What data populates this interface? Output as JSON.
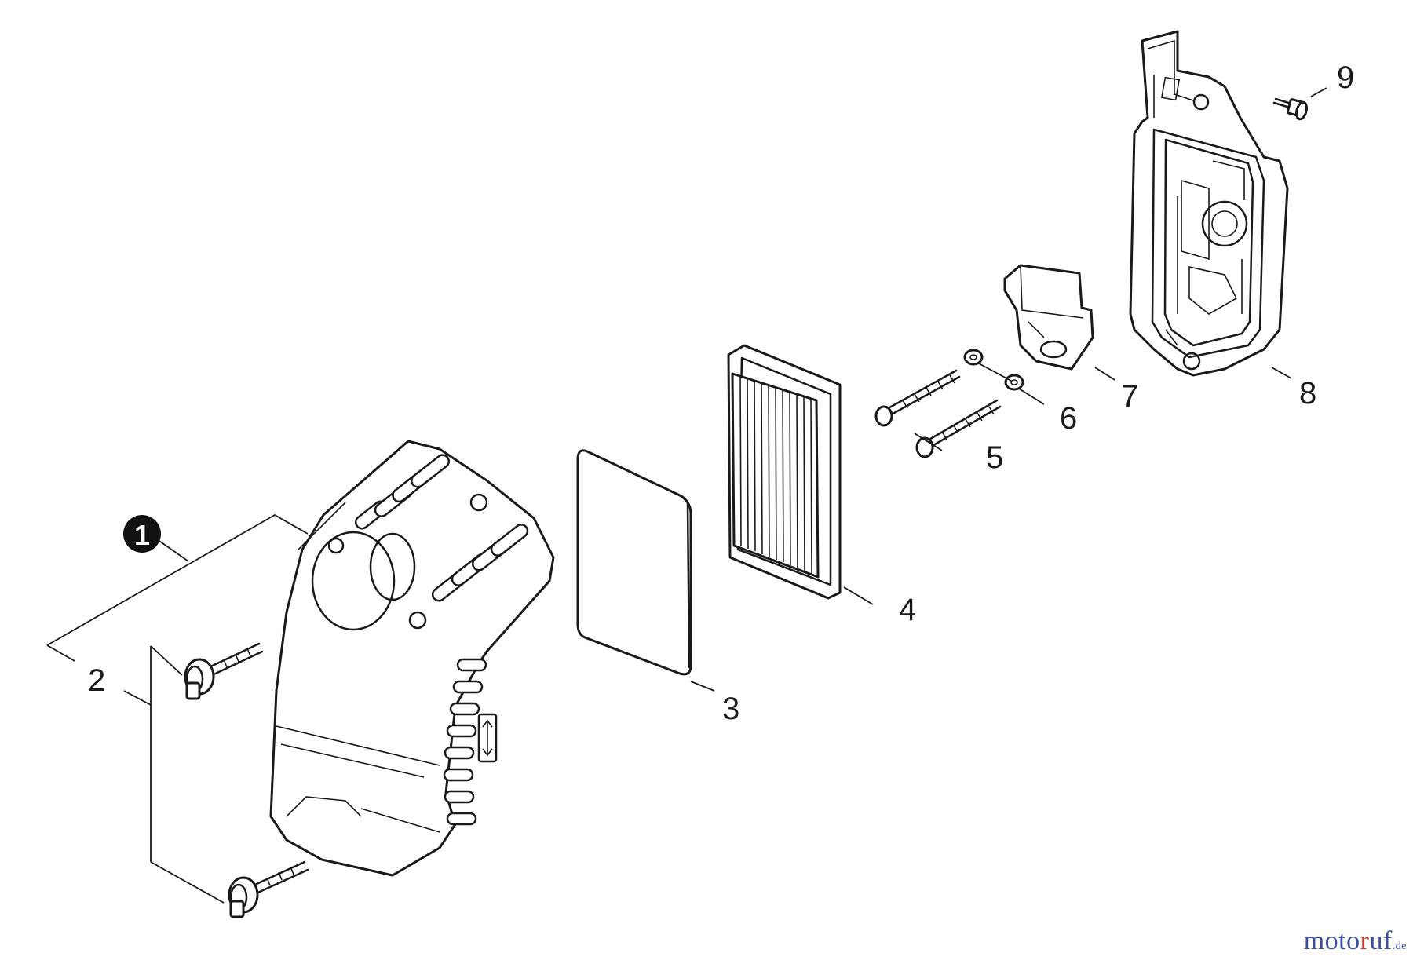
{
  "callouts": {
    "c1": "1",
    "c2": "2",
    "c3": "3",
    "c4": "4",
    "c5": "5",
    "c6": "6",
    "c7": "7",
    "c8": "8",
    "c9": "9"
  },
  "watermark": {
    "part_a": "moto",
    "part_b": "r",
    "part_c": "uf",
    "tld": ".de"
  },
  "colors": {
    "line": "#1a1a1a",
    "callout_badge": "#111111",
    "watermark_blue": "#3b4fa0",
    "watermark_red": "#c0392b"
  }
}
